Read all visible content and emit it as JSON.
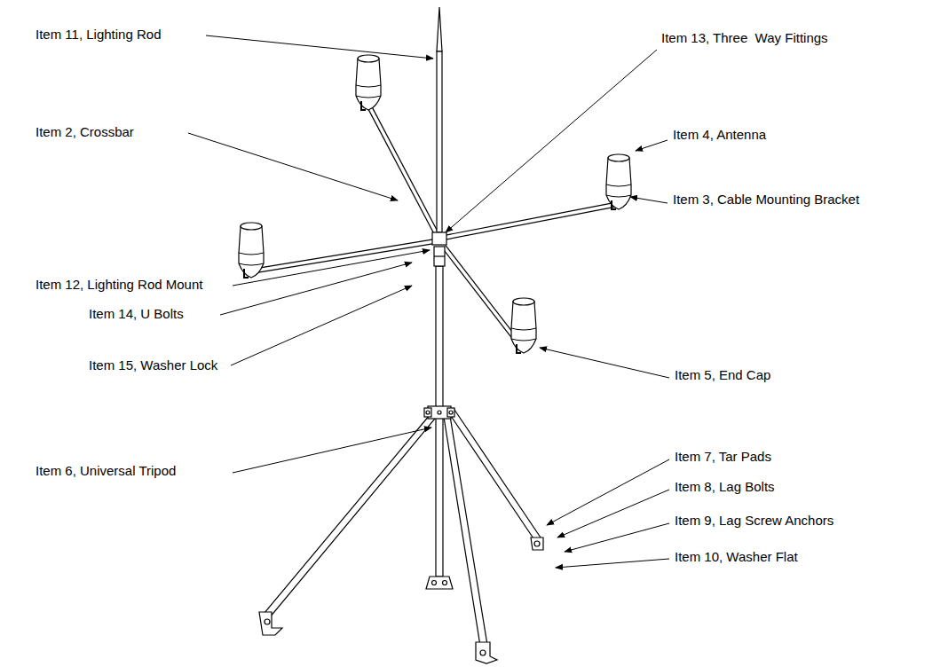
{
  "diagram": {
    "labels": [
      "Item 11, Lighting Rod",
      "Item 2, Crossbar",
      "Item 12, Lighting Rod Mount",
      "Item 14, U Bolts",
      "Item 15, Washer Lock",
      "Item 6, Universal Tripod",
      "Item 13, Three  Way Fittings",
      "Item 4, Antenna",
      "Item 3, Cable Mounting Bracket",
      "Item 5, End Cap",
      "Item 7, Tar Pads",
      "Item 8, Lag Bolts",
      "Item 9, Lag Screw Anchors",
      "Item 10, Washer Flat"
    ]
  }
}
